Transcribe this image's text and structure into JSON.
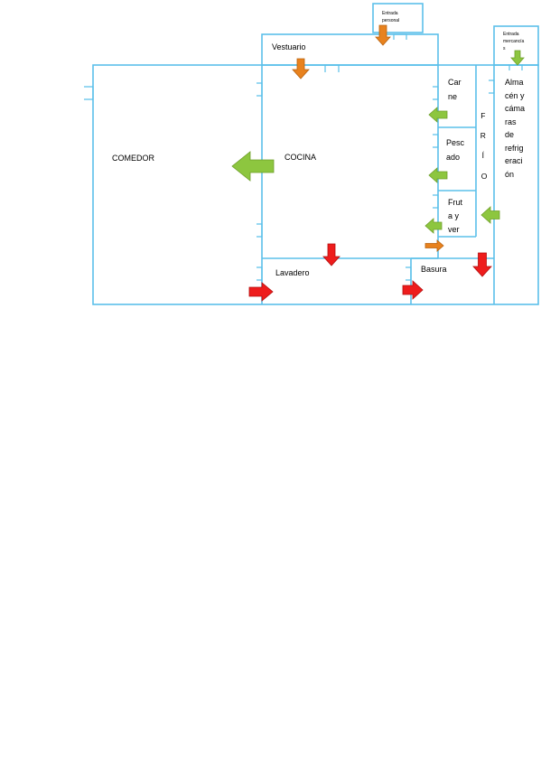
{
  "rooms": {
    "comedor": "COMEDOR",
    "cocina": "COCINA",
    "vestuario": "Vestuario",
    "lavadero": "Lavadero",
    "basura": "Basura",
    "carne": [
      "Car",
      "ne"
    ],
    "pescado": [
      "Pesc",
      "ado"
    ],
    "fruta": [
      "Frut",
      "a y",
      "ver"
    ],
    "frio": [
      "F",
      "R",
      "Í",
      "O"
    ],
    "almacen": [
      "Alma",
      "cén y",
      "cáma",
      "ras",
      "de",
      "refrig",
      "eraci",
      "ón"
    ]
  },
  "entrances": {
    "personal": [
      "Entrada",
      "personal"
    ],
    "mercancias": [
      "Entrada",
      "mercancía",
      "s"
    ]
  },
  "colors": {
    "wall": "#5bc0ea",
    "arrow_green": "#8dc63f",
    "arrow_orange": "#e8821e",
    "arrow_red": "#ee1c1c"
  },
  "arrows": {
    "green": "arrow-green",
    "orange": "arrow-orange",
    "red": "arrow-red"
  }
}
